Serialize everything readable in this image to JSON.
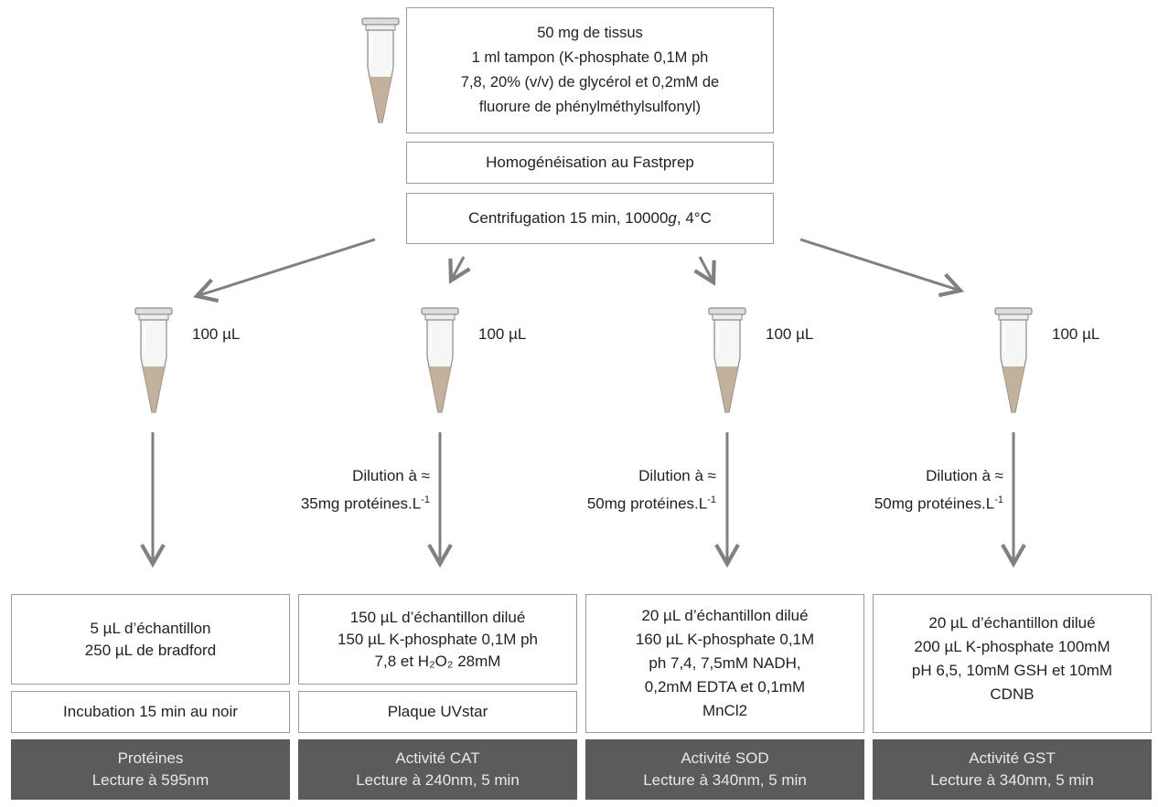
{
  "top": {
    "sample_box": {
      "lines": [
        "50 mg de tissus",
        "1 ml tampon  (K-phosphate 0,1M ph",
        "7,8, 20% (v/v) de glycérol et 0,2mM de",
        "fluorure de phénylméthylsulfonyl)"
      ]
    },
    "homogenization": "Homogénéisation au Fastprep",
    "centrifugation": {
      "prefix": "Centrifugation 15 min, 10000",
      "g": "g",
      "suffix": ", 4°C"
    }
  },
  "branches": [
    {
      "volume": "100 µL",
      "dilution": null,
      "assay_lines": [
        "5 µL d’échantillon",
        "250 µL de bradford"
      ],
      "extra_step": "Incubation 15 min au noir",
      "result": [
        "Protéines",
        "Lecture à 595nm"
      ]
    },
    {
      "volume": "100 µL",
      "dilution": {
        "line1": "Dilution à ≈",
        "line2": "35mg protéines.L",
        "exp": "-1"
      },
      "assay_lines": [
        "150 µL d’échantillon dilué",
        "150 µL K-phosphate 0,1M ph",
        "7,8  et H₂O₂ 28mM"
      ],
      "extra_step": "Plaque UVstar",
      "result": [
        "Activité CAT",
        "Lecture à 240nm, 5 min"
      ]
    },
    {
      "volume": "100 µL",
      "dilution": {
        "line1": "Dilution à ≈",
        "line2": "50mg protéines.L",
        "exp": "-1"
      },
      "assay_lines": [
        "20 µL d’échantillon dilué",
        "160 µL  K-phosphate 0,1M",
        "ph 7,4, 7,5mM NADH,",
        "0,2mM EDTA  et 0,1mM",
        "MnCl2"
      ],
      "extra_step": null,
      "result": [
        "Activité SOD",
        "Lecture à 340nm, 5 min"
      ]
    },
    {
      "volume": "100 µL",
      "dilution": {
        "line1": "Dilution à ≈",
        "line2": "50mg protéines.L",
        "exp": "-1"
      },
      "assay_lines": [
        "20 µL d’échantillon dilué",
        "200 µL K-phosphate 100mM",
        "pH 6,5,  10mM GSH et 10mM",
        "CDNB"
      ],
      "extra_step": null,
      "result": [
        "Activité GST",
        "Lecture à 340nm, 5 min"
      ]
    }
  ],
  "colors": {
    "arrow": "#808080",
    "box_border": "#9a9a9a",
    "result_fill": "#5b5b5b",
    "result_text": "#e8e8e8",
    "tube_liquid": "#b9a48c"
  }
}
